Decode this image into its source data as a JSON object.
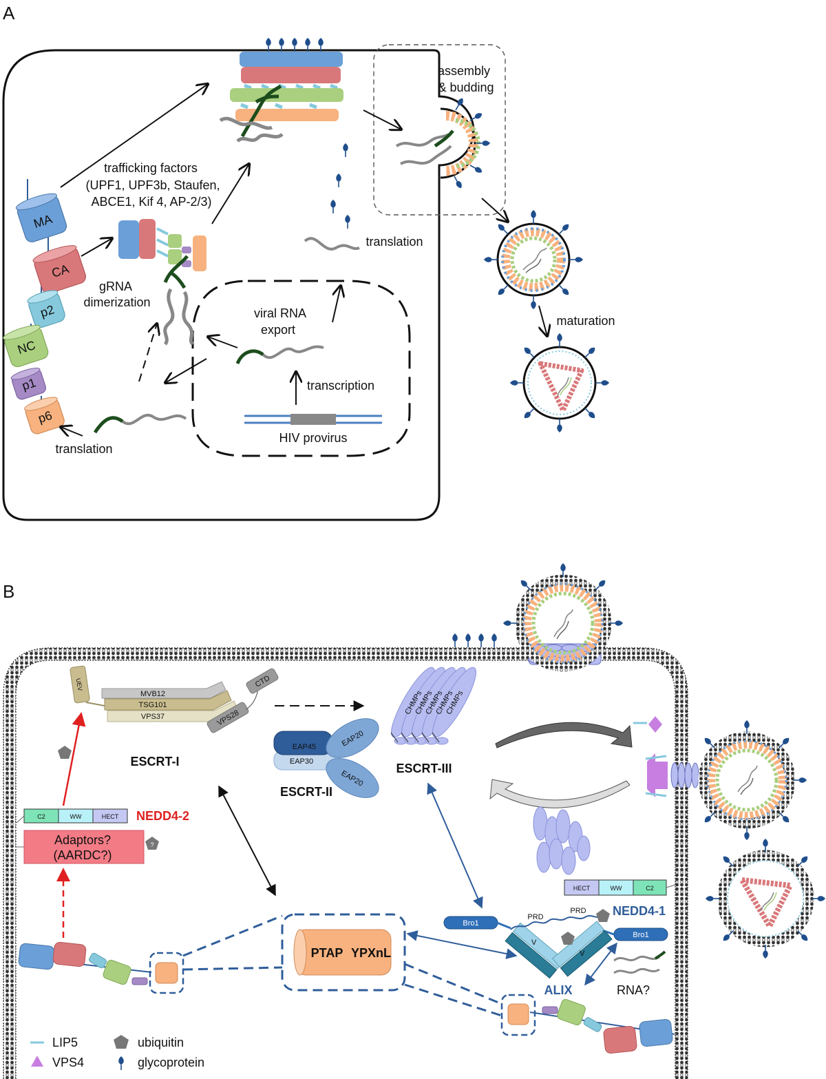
{
  "panelA": {
    "panel_letter": "A",
    "domains": [
      "MA",
      "CA",
      "p2",
      "NC",
      "p1",
      "p6"
    ],
    "labels": {
      "trafficking_1": "trafficking factors",
      "trafficking_2": "(UPF1, UPF3b, Staufen,",
      "trafficking_3": "ABCE1, Kif 4, AP-2/3)",
      "assembly_1": "assembly",
      "assembly_2": "& budding",
      "translation_top": "translation",
      "translation_bottom": "translation",
      "dimer_1": "gRNA",
      "dimer_2": "dimerization",
      "export_1": "viral RNA",
      "export_2": "export",
      "transcription": "transcription",
      "provirus": "HIV provirus",
      "maturation": "maturation"
    }
  },
  "panelB": {
    "panel_letter": "B",
    "escrt1": {
      "title": "ESCRT-I",
      "uev": "UEV",
      "mvb12": "MVB12",
      "tsg101": "TSG101",
      "vps37": "VPS37",
      "vps28": "VPS28",
      "ctd": "CTD"
    },
    "escrt2": {
      "title": "ESCRT-II",
      "eap45": "EAP45",
      "eap30": "EAP30",
      "eap20a": "EAP20",
      "eap20b": "EAP20"
    },
    "escrt3": {
      "title": "ESCRT-III",
      "chmps": [
        "CHMPs",
        "CHMPs",
        "CHMPs",
        "CHMPs",
        "CHMPs"
      ]
    },
    "nedd42": {
      "title": "NEDD4-2",
      "c2": "C2",
      "ww": "WW",
      "hect": "HECT",
      "adaptors_1": "Adaptors?",
      "adaptors_2": "(AARDC?)",
      "question": "?"
    },
    "nedd41": {
      "title": "NEDD4-1",
      "hect": "HECT",
      "ww": "WW",
      "c2": "C2"
    },
    "alix": {
      "title": "ALIX",
      "bro1_left": "Bro1",
      "bro1_right": "Bro1",
      "prd_left": "PRD",
      "prd_right": "PRD",
      "v_left": "V",
      "v_right": "V"
    },
    "motifs": {
      "ptap": "PTAP",
      "ypxnl": "YPXnL"
    },
    "rna": "RNA?",
    "legend": {
      "lip5": "LIP5",
      "vps4": "VPS4",
      "ubiquitin": "ubiquitin",
      "glycoprotein": "glycoprotein"
    }
  },
  "colors": {
    "ma": "#6b9fd8",
    "ca": "#d9787a",
    "p2": "#86c9dc",
    "nc": "#a9cf7f",
    "p1": "#a58ac5",
    "p6": "#f7b27f",
    "glycoprotein": "#1f4e8c",
    "rna_green": "#1d4d1d",
    "nedd42_red": "#e02020",
    "nedd41_blue": "#2f5d9a",
    "chmp": "#b7bdf0"
  }
}
